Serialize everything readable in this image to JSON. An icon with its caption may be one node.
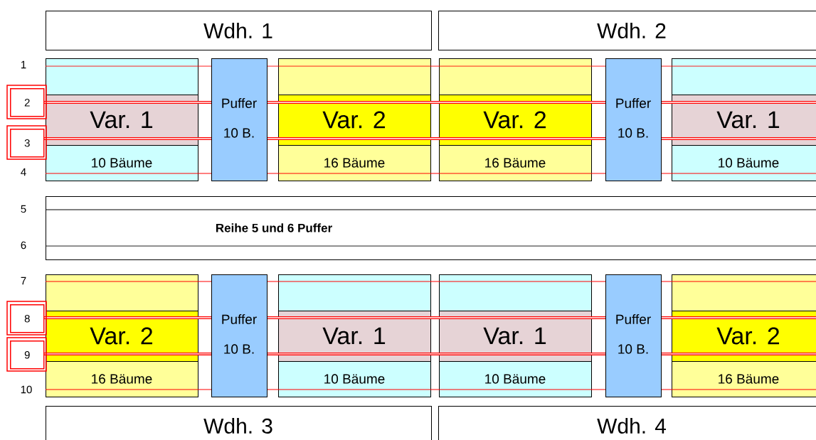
{
  "diagram": {
    "nodes": [
      {
        "text": [
          "Wdh. 1"
        ]
      },
      {
        "text": [
          "Wdh. 2"
        ]
      },
      {
        "text": [
          "2"
        ]
      },
      {
        "text": [
          "3"
        ]
      },
      {
        "text": [
          "10 Bäume"
        ]
      },
      {
        "text": [
          "Var. 1"
        ],
        "in": 4
      },
      {
        "text": [
          "Puffer",
          "10 B."
        ]
      },
      {
        "text": [
          "16 Bäume"
        ]
      },
      {
        "text": [
          "Var. 2"
        ],
        "in": 7
      },
      {
        "text": [
          "16 Bäume"
        ]
      },
      {
        "text": [
          "Var. 2"
        ],
        "in": 9
      },
      {
        "text": [
          "Puffer",
          "10 B."
        ]
      },
      {
        "text": [
          "10 Bäume"
        ]
      },
      {
        "text": [
          "Var. 1"
        ],
        "in": 12
      },
      {
        "text": [
          "Reihe 5 und 6 Puffer"
        ]
      },
      {
        "text": [
          "8"
        ]
      },
      {
        "text": [
          "9"
        ]
      },
      {
        "text": [
          "16 Bäume"
        ]
      },
      {
        "text": [
          "Var. 2"
        ],
        "in": 17
      },
      {
        "text": [
          "Puffer",
          "10 B."
        ]
      },
      {
        "text": [
          "10 Bäume"
        ]
      },
      {
        "text": [
          "Var. 1"
        ],
        "in": 20
      },
      {
        "text": [
          "10 Bäume"
        ]
      },
      {
        "text": [
          "Var. 1"
        ],
        "in": 22
      },
      {
        "text": [
          "Puffer",
          "10 B."
        ]
      },
      {
        "text": [
          "16 Bäume"
        ]
      },
      {
        "text": [
          "Var. 2"
        ],
        "in": 25
      },
      {
        "text": [
          "Wdh. 3"
        ]
      },
      {
        "text": [
          "Wdh. 4"
        ]
      }
    ],
    "labels": [
      "1",
      "4",
      "5",
      "6",
      "7",
      "10"
    ]
  }
}
